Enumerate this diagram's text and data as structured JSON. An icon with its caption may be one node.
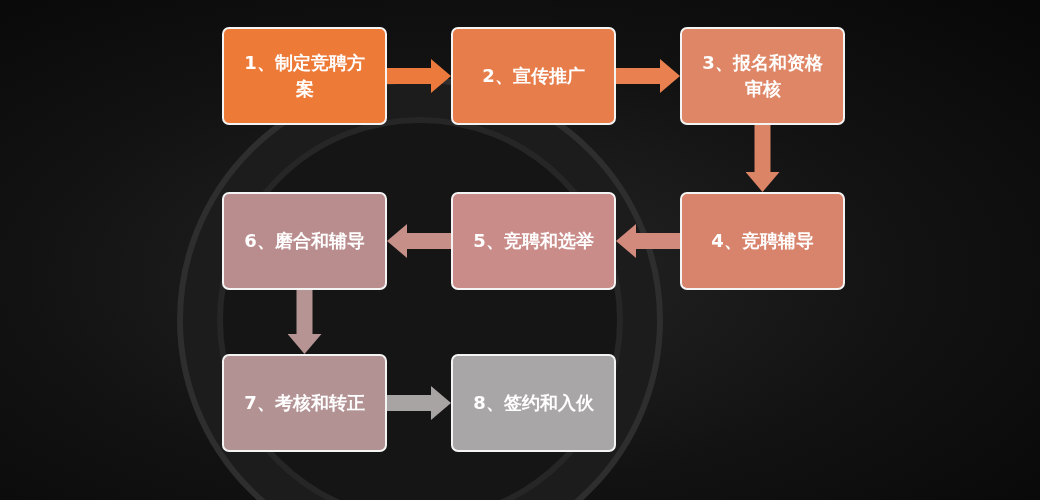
{
  "diagram": {
    "nodes": [
      {
        "text": [
          "1、制定竞聘方案"
        ]
      },
      {
        "text": [
          "2、宣传推广"
        ]
      },
      {
        "text": [
          "3、报名和资格审核"
        ]
      },
      {
        "text": [
          "4、竞聘辅导"
        ]
      },
      {
        "text": [
          "5、竞聘和选举"
        ]
      },
      {
        "text": [
          "6、磨合和辅导"
        ]
      },
      {
        "text": [
          "7、考核和转正"
        ]
      },
      {
        "text": [
          "8、签约和入伙"
        ]
      }
    ],
    "edges": [
      {
        "from": 0,
        "to": 1,
        "arrow": "to",
        "color": "#ec7a3c"
      },
      {
        "from": 1,
        "to": 2,
        "arrow": "to",
        "color": "#e8804f"
      },
      {
        "from": 2,
        "to": 3,
        "arrow": "to",
        "color": "#dc8466"
      },
      {
        "from": 3,
        "to": 4,
        "arrow": "to",
        "color": "#d28a7c"
      },
      {
        "from": 4,
        "to": 5,
        "arrow": "to",
        "color": "#c69089"
      },
      {
        "from": 5,
        "to": 6,
        "arrow": "to",
        "color": "#b69494"
      },
      {
        "from": 6,
        "to": 7,
        "arrow": "to",
        "color": "#a8a4a4"
      }
    ]
  }
}
